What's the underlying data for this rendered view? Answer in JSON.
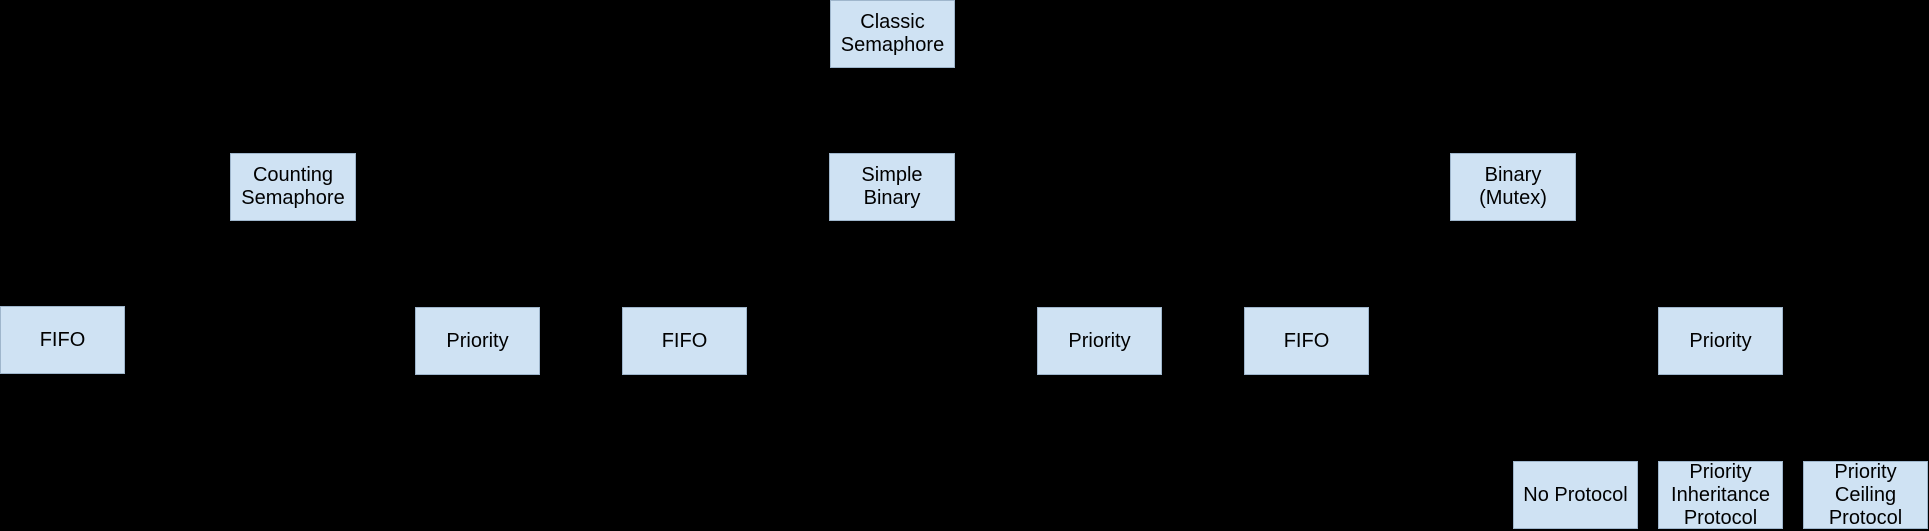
{
  "colors": {
    "background": "#000000",
    "node_fill": "#cfe2f3",
    "node_border": "#9fb6cc",
    "node_text": "#000000"
  },
  "diagram": {
    "type": "tree",
    "nodes": [
      {
        "id": "classic-semaphore",
        "label": "Classic\nSemaphore"
      },
      {
        "id": "counting-semaphore",
        "label": "Counting\nSemaphore"
      },
      {
        "id": "simple-binary",
        "label": "Simple\nBinary"
      },
      {
        "id": "binary-mutex",
        "label": "Binary\n(Mutex)"
      },
      {
        "id": "fifo-under-counting",
        "label": "FIFO"
      },
      {
        "id": "priority-under-counting",
        "label": "Priority"
      },
      {
        "id": "fifo-under-simple-binary",
        "label": "FIFO"
      },
      {
        "id": "priority-under-simple-binary",
        "label": "Priority"
      },
      {
        "id": "fifo-under-mutex",
        "label": "FIFO"
      },
      {
        "id": "priority-under-mutex",
        "label": "Priority"
      },
      {
        "id": "no-protocol",
        "label": "No Protocol"
      },
      {
        "id": "priority-inheritance-protocol",
        "label": "Priority\nInheritance\nProtocol"
      },
      {
        "id": "priority-ceiling-protocol",
        "label": "Priority\nCeiling\nProtocol"
      }
    ]
  }
}
